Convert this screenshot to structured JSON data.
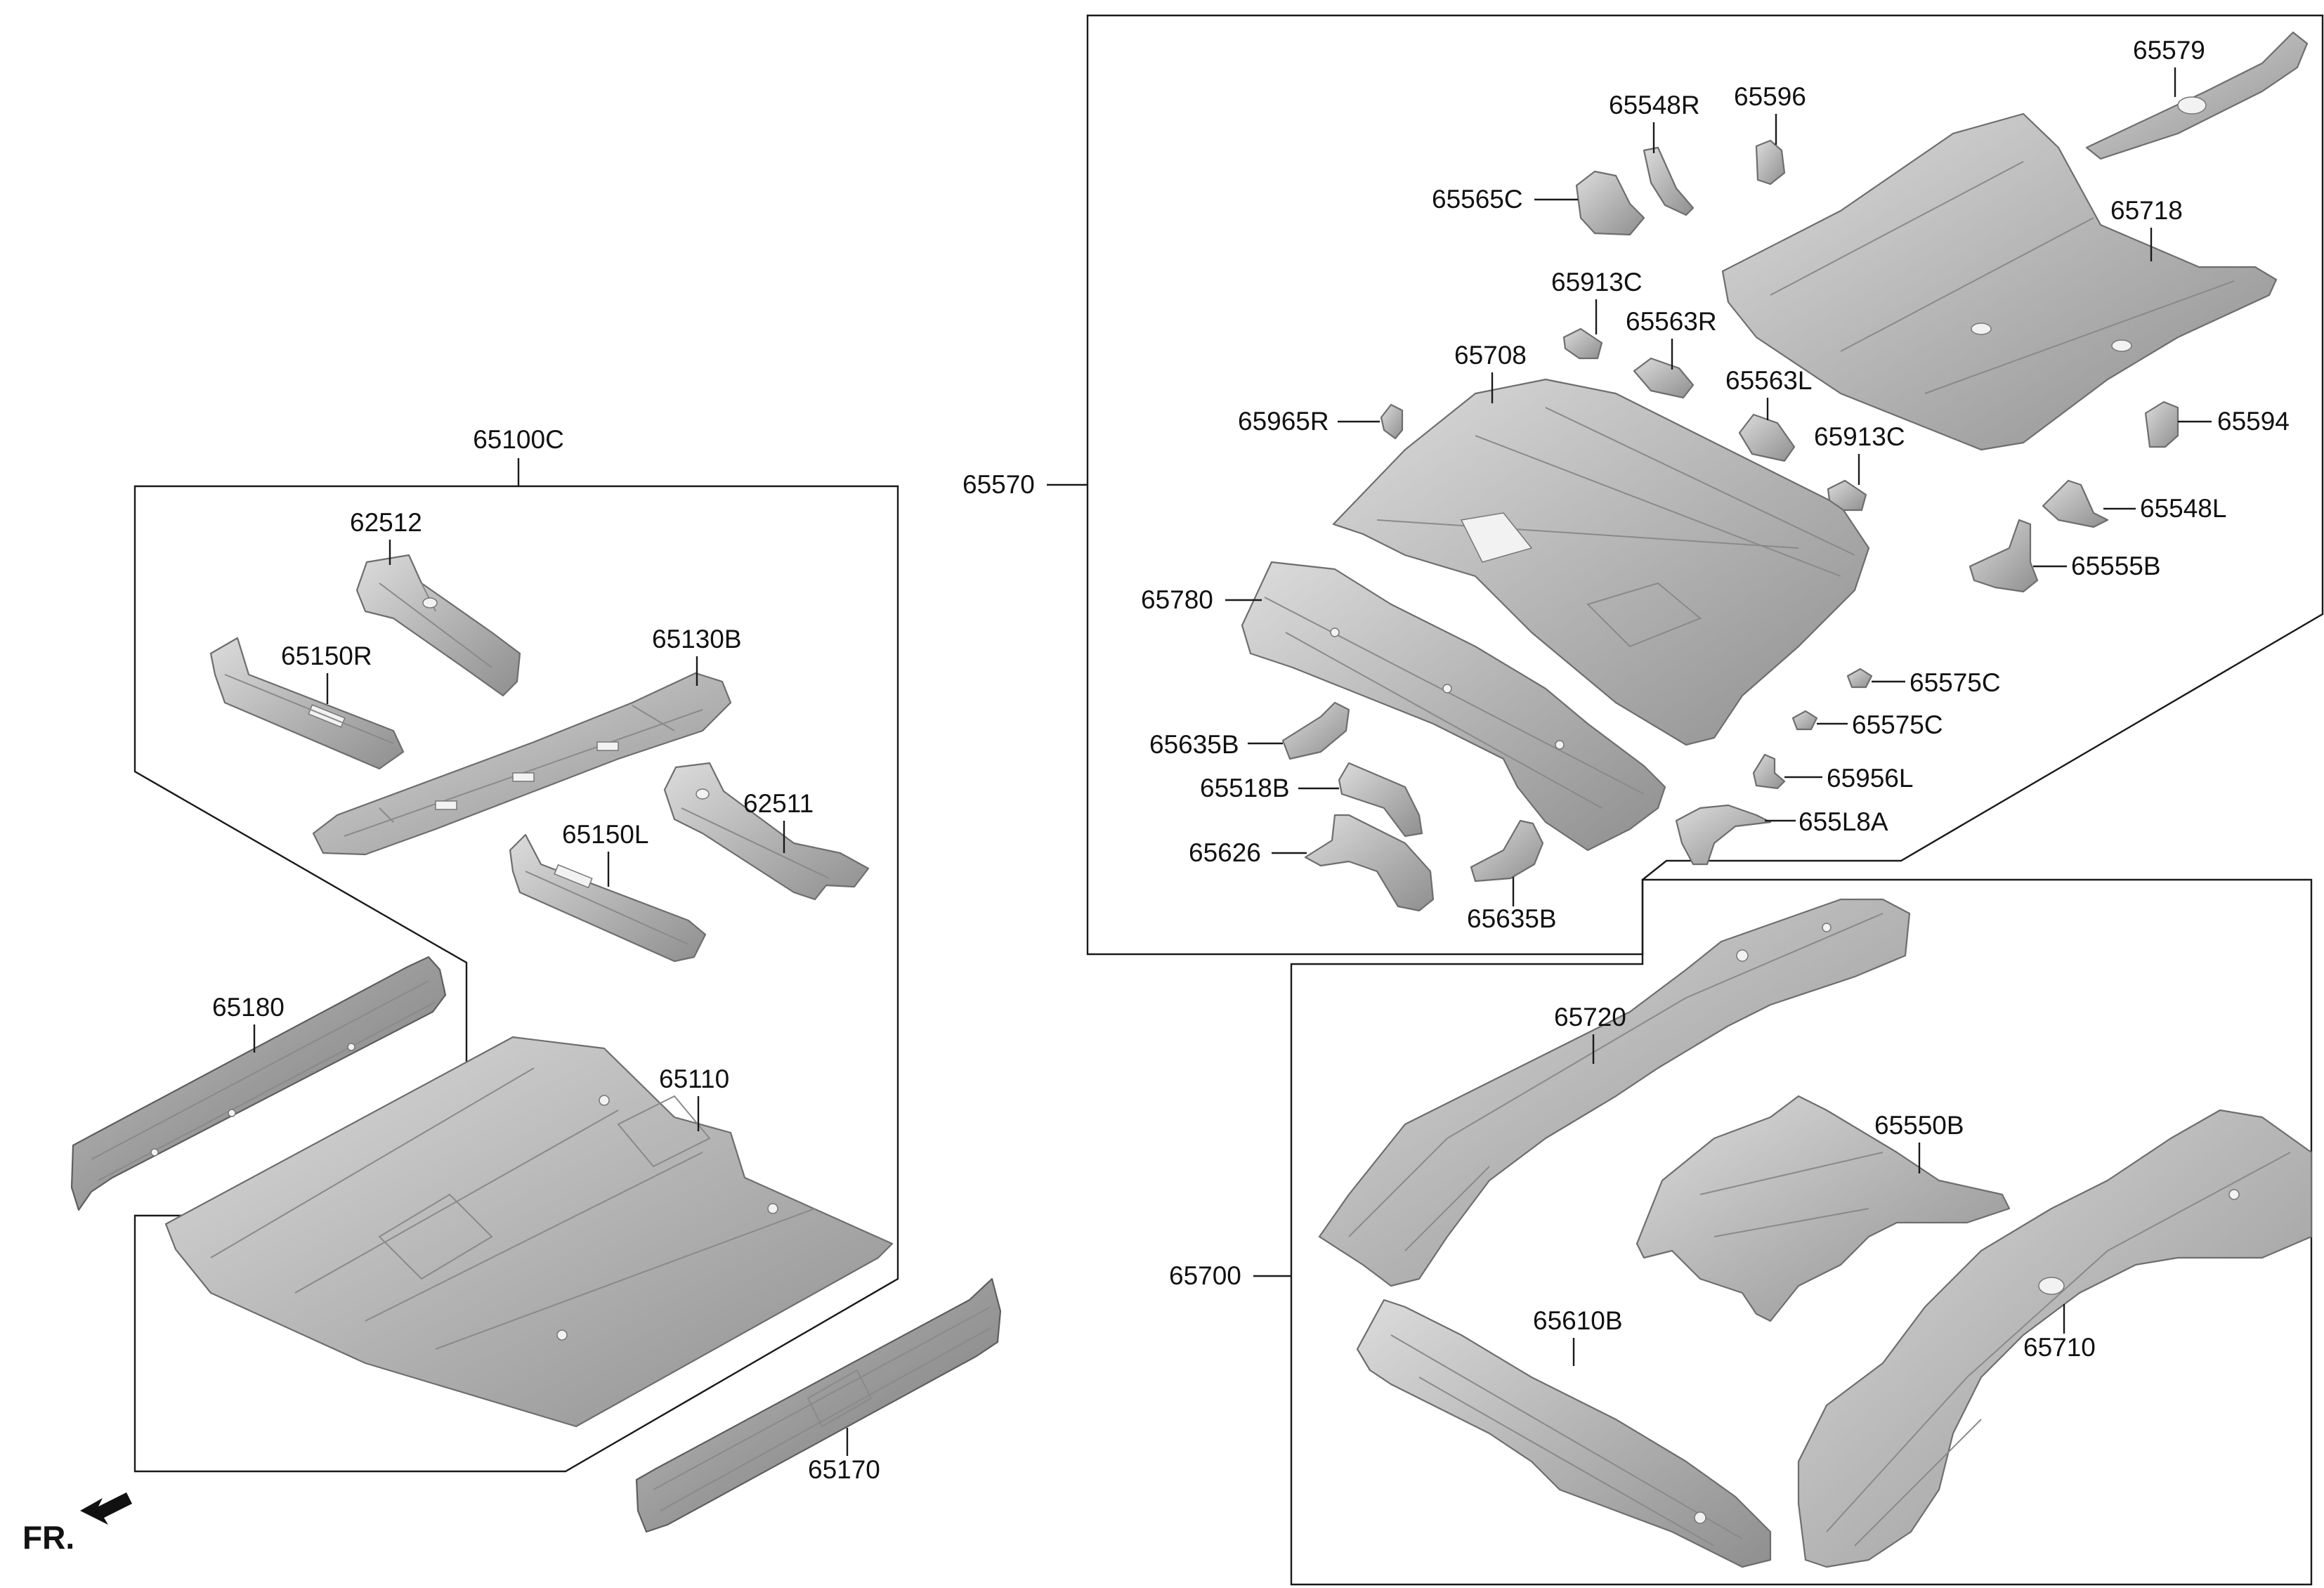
{
  "colors": {
    "background": "#ffffff",
    "line": "#1a1a1a",
    "part_fill": "#b9b9b9",
    "part_stroke": "#6e6e6e"
  },
  "orientation": {
    "label": "FR.",
    "arrow_icon": "front-direction-arrow-icon"
  },
  "groups": {
    "g65100C": "65100C",
    "g65570": "65570",
    "g65700": "65700"
  },
  "labels": {
    "p62512": "62512",
    "p65150R": "65150R",
    "p65130B": "65130B",
    "p62511": "62511",
    "p65150L": "65150L",
    "p65180": "65180",
    "p65110": "65110",
    "p65170": "65170",
    "p65579": "65579",
    "p65548R": "65548R",
    "p65596": "65596",
    "p65565C": "65565C",
    "p65718": "65718",
    "p65913C_a": "65913C",
    "p65563R": "65563R",
    "p65708": "65708",
    "p65563L": "65563L",
    "p65965R": "65965R",
    "p65913C_b": "65913C",
    "p65594": "65594",
    "p65548L": "65548L",
    "p65555B": "65555B",
    "p65780": "65780",
    "p65575C_a": "65575C",
    "p65575C_b": "65575C",
    "p65635B_a": "65635B",
    "p65518B": "65518B",
    "p65956L": "65956L",
    "p655L8A": "655L8A",
    "p65626": "65626",
    "p65635B_b": "65635B",
    "p65720": "65720",
    "p65550B": "65550B",
    "p65610B": "65610B",
    "p65710": "65710"
  }
}
